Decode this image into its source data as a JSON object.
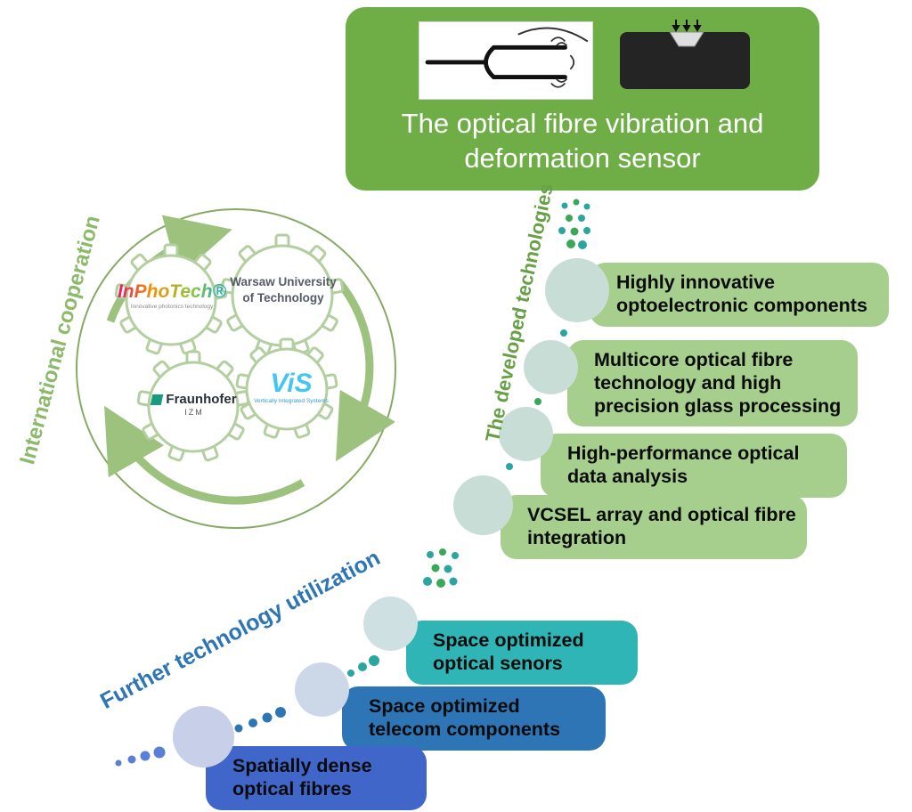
{
  "banner": {
    "title": "The optical fibre vibration and deformation sensor"
  },
  "cooperation": {
    "label": "International cooperation",
    "partners": [
      {
        "name": "InPhoTech®",
        "subtitle": "Innovative photonics technology"
      },
      {
        "name": "Warsaw University of Technology"
      },
      {
        "name": "Fraunhofer",
        "subtitle": "IZM"
      },
      {
        "name": "ViS",
        "subtitle": "Vertically Integrated Systems"
      }
    ]
  },
  "developed": {
    "label": "The developed technologies",
    "items": [
      "Highly innovative optoelectronic components",
      "Multicore optical fibre technology and high precision glass processing",
      "High-performance optical data analysis",
      "VCSEL array and optical fibre integration"
    ]
  },
  "utilization": {
    "label": "Further technology utilization",
    "items": [
      {
        "text": "Space optimized optical senors",
        "color": "#2fb5b5"
      },
      {
        "text": "Space optimized telecom components",
        "color": "#2e75b6"
      },
      {
        "text": "Spatially dense optical fibres",
        "color": "#4066c9"
      }
    ]
  },
  "colors": {
    "banner_green": "#6fad47",
    "pill_green": "#a6cf8d",
    "teal": "#2fb5b5",
    "mid_blue": "#2e75b6",
    "bottom_blue": "#4066c9",
    "coop_text_green": "#8cb96a",
    "dev_text_green": "#67a046",
    "circle_pale": "#c8ddd6"
  }
}
